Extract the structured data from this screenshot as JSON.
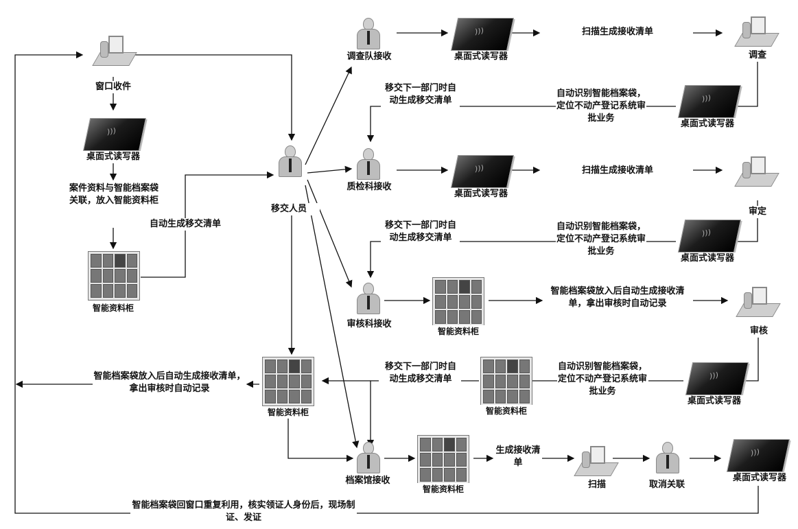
{
  "nodes": {
    "window_receive": "窗口收件",
    "reader_top_left": "桌面式读写器",
    "link_bag": "案件资料与智能档案袋关联，放入智能资料柜",
    "cabinet_left": "智能资料柜",
    "auto_list_left": "自动生成移交清单",
    "transfer_person": "移交人员",
    "survey_receive": "调查队接收",
    "reader_r1": "桌面式读写器",
    "scan_list_1": "扫描生成接收清单",
    "survey": "调查",
    "transfer_next_1": "移交下一部门时自动生成移交清单",
    "auto_identify_1": "自动识别智能档案袋，定位不动产登记系统审批业务",
    "reader_r1b": "桌面式读写器",
    "qc_receive": "质检科接收",
    "reader_r2": "桌面式读写器",
    "scan_list_2": "扫描生成接收清单",
    "approve": "审定",
    "transfer_next_2": "移交下一部门时自动生成移交清单",
    "auto_identify_2": "自动识别智能档案袋，定位不动产登记系统审批业务",
    "reader_r2b": "桌面式读写器",
    "review_receive": "审核科接收",
    "cabinet_r3": "智能资料柜",
    "put_in_1": "智能档案袋放入后自动生成接收清单，拿出审核时自动记录",
    "review": "审核",
    "put_in_2": "智能档案袋放入后自动生成接收清单，拿出审核时自动记录",
    "cabinet_mid": "智能资料柜",
    "transfer_next_3": "移交下一部门时自动生成移交清单",
    "cabinet_r4": "智能资料柜",
    "auto_identify_3": "自动识别智能档案袋，定位不动产登记系统审批业务",
    "reader_r4": "桌面式读写器",
    "archive_receive": "档案馆接收",
    "cabinet_r5": "智能资料柜",
    "gen_list": "生成接收清单",
    "scan": "扫描",
    "cancel_link": "取消关联",
    "reader_r5": "桌面式读写器",
    "reuse": "智能档案袋回窗口重复利用，核实领证人身份后，现场制证、发证"
  }
}
